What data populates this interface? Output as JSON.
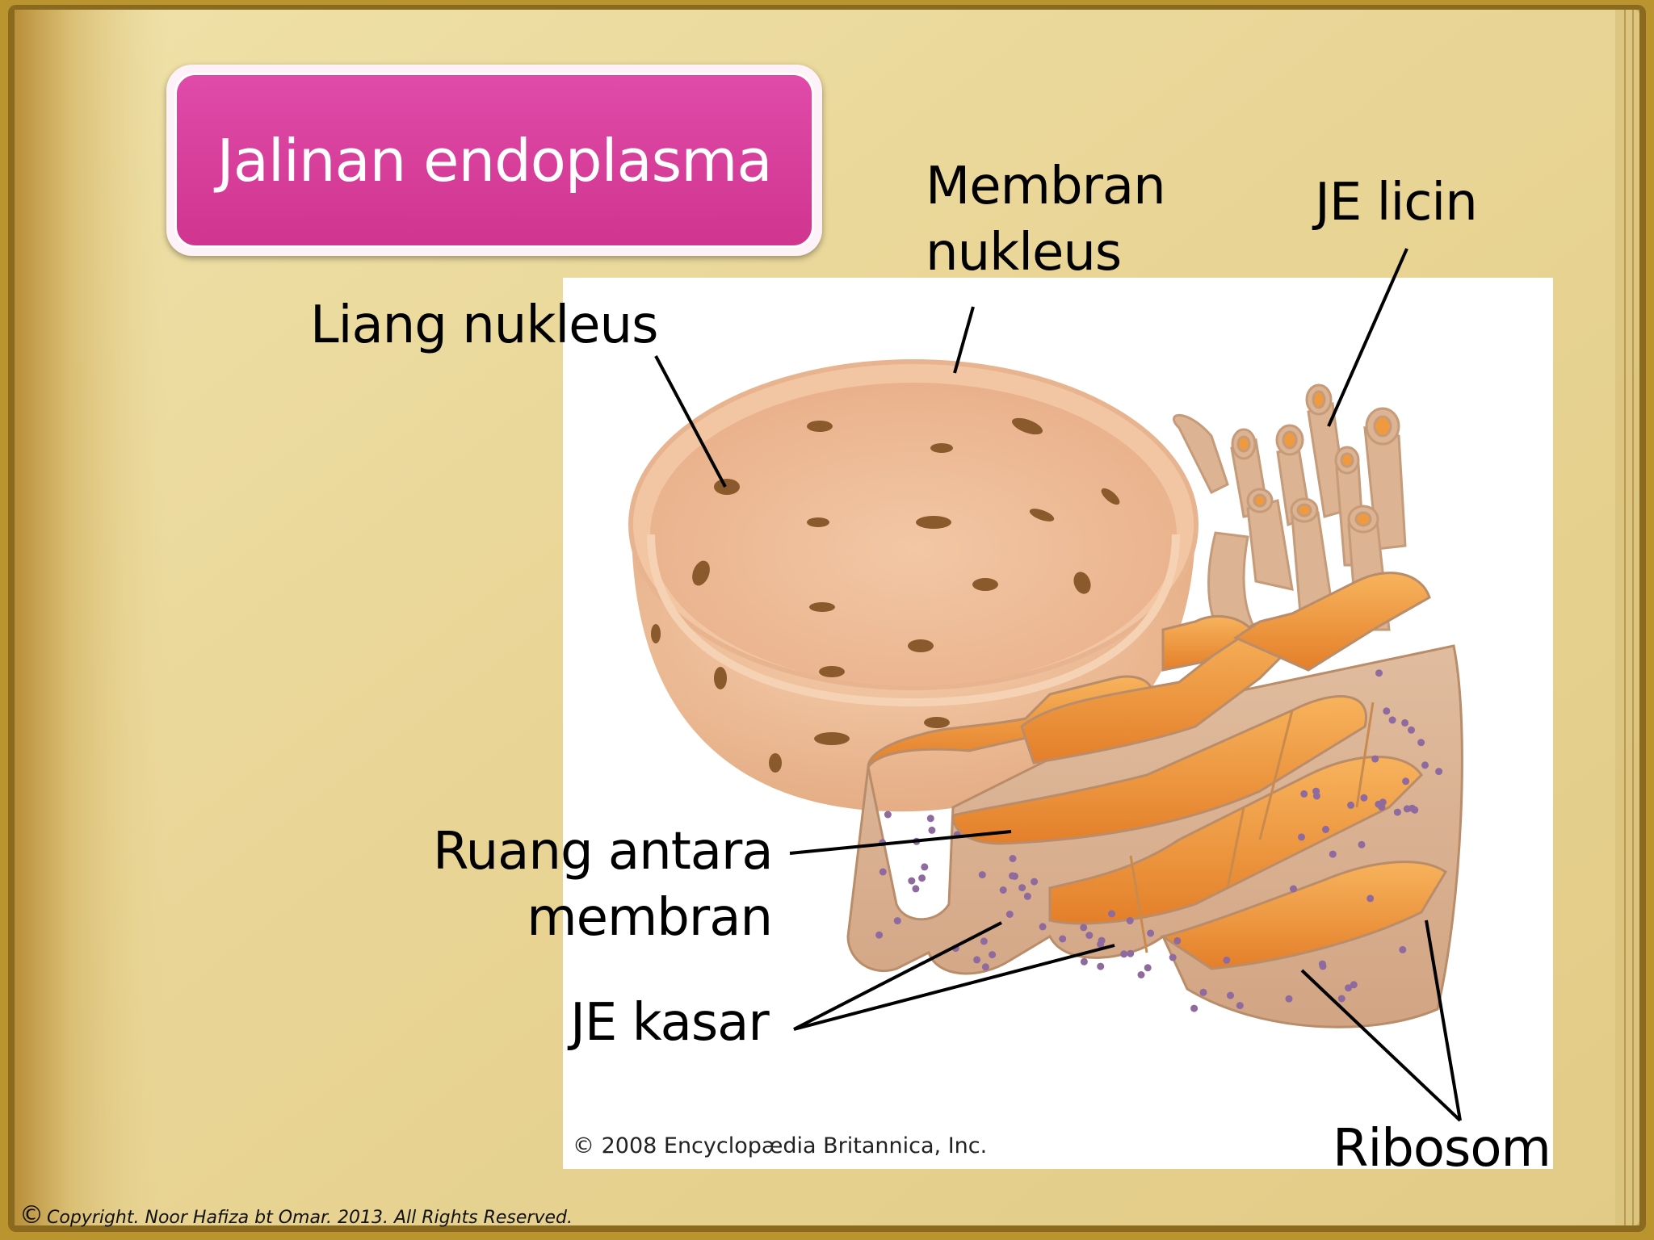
{
  "title": "Jalinan endoplasma",
  "labels": {
    "membran_line1": "Membran",
    "membran_line2": "nukleus",
    "je_licin": "JE licin",
    "liang_nukleus": "Liang nukleus",
    "ruang_line1": "Ruang antara",
    "ruang_line2": "membran",
    "je_kasar": "JE kasar",
    "ribosom": "Ribosom"
  },
  "figure_credit": "© 2008 Encyclopædia Britannica, Inc.",
  "copyright_symbol": "©",
  "copyright_text": "Copyright. Noor Hafiza bt Omar. 2013. All Rights Reserved.",
  "colors": {
    "title_fill": "#d8399a",
    "page": "#e9d698",
    "membrane": "#e7b48f",
    "lumen": "#f29a3f",
    "ribosome": "#8a6a9c"
  }
}
